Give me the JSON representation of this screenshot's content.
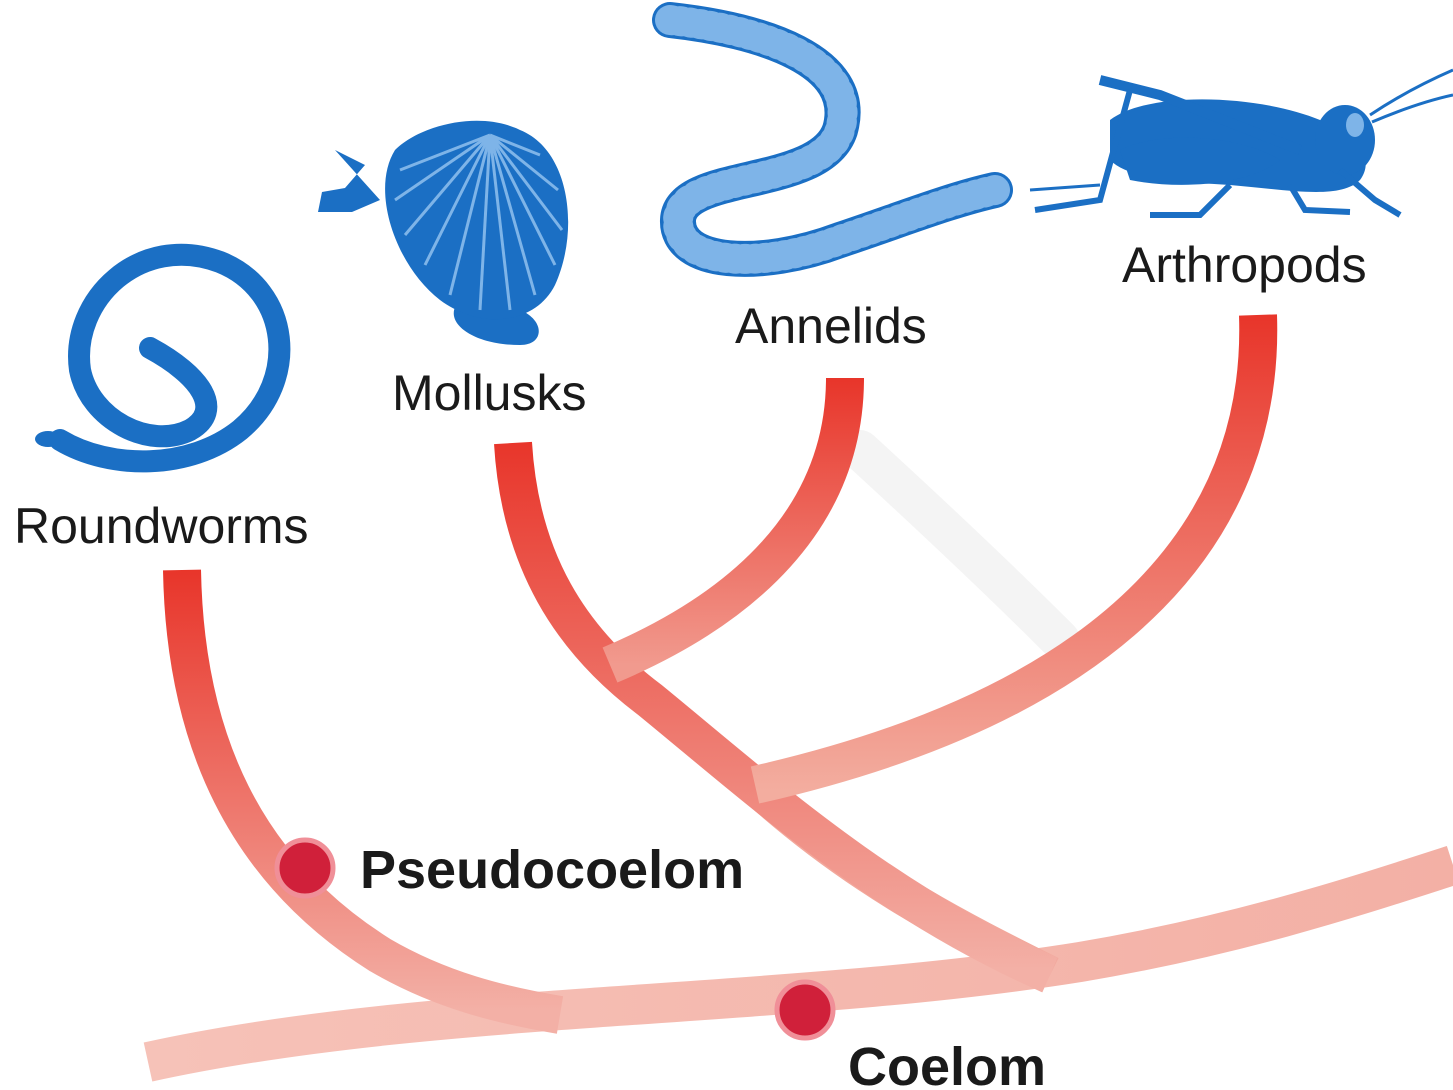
{
  "taxa": {
    "roundworms": "Roundworms",
    "mollusks": "Mollusks",
    "annelids": "Annelids",
    "arthropods": "Arthropods"
  },
  "traits": {
    "pseudocoelom": "Pseudocoelom",
    "coelom": "Coelom"
  },
  "colors": {
    "organism_blue": "#1b6fc4",
    "branch_top": "#e8352a",
    "branch_bottom": "#f4b8ae",
    "node_red": "#d0203a",
    "text": "#1a1a1a"
  },
  "icons": [
    "roundworm-icon",
    "mollusk-shell-icon",
    "annelid-worm-icon",
    "grasshopper-icon"
  ]
}
